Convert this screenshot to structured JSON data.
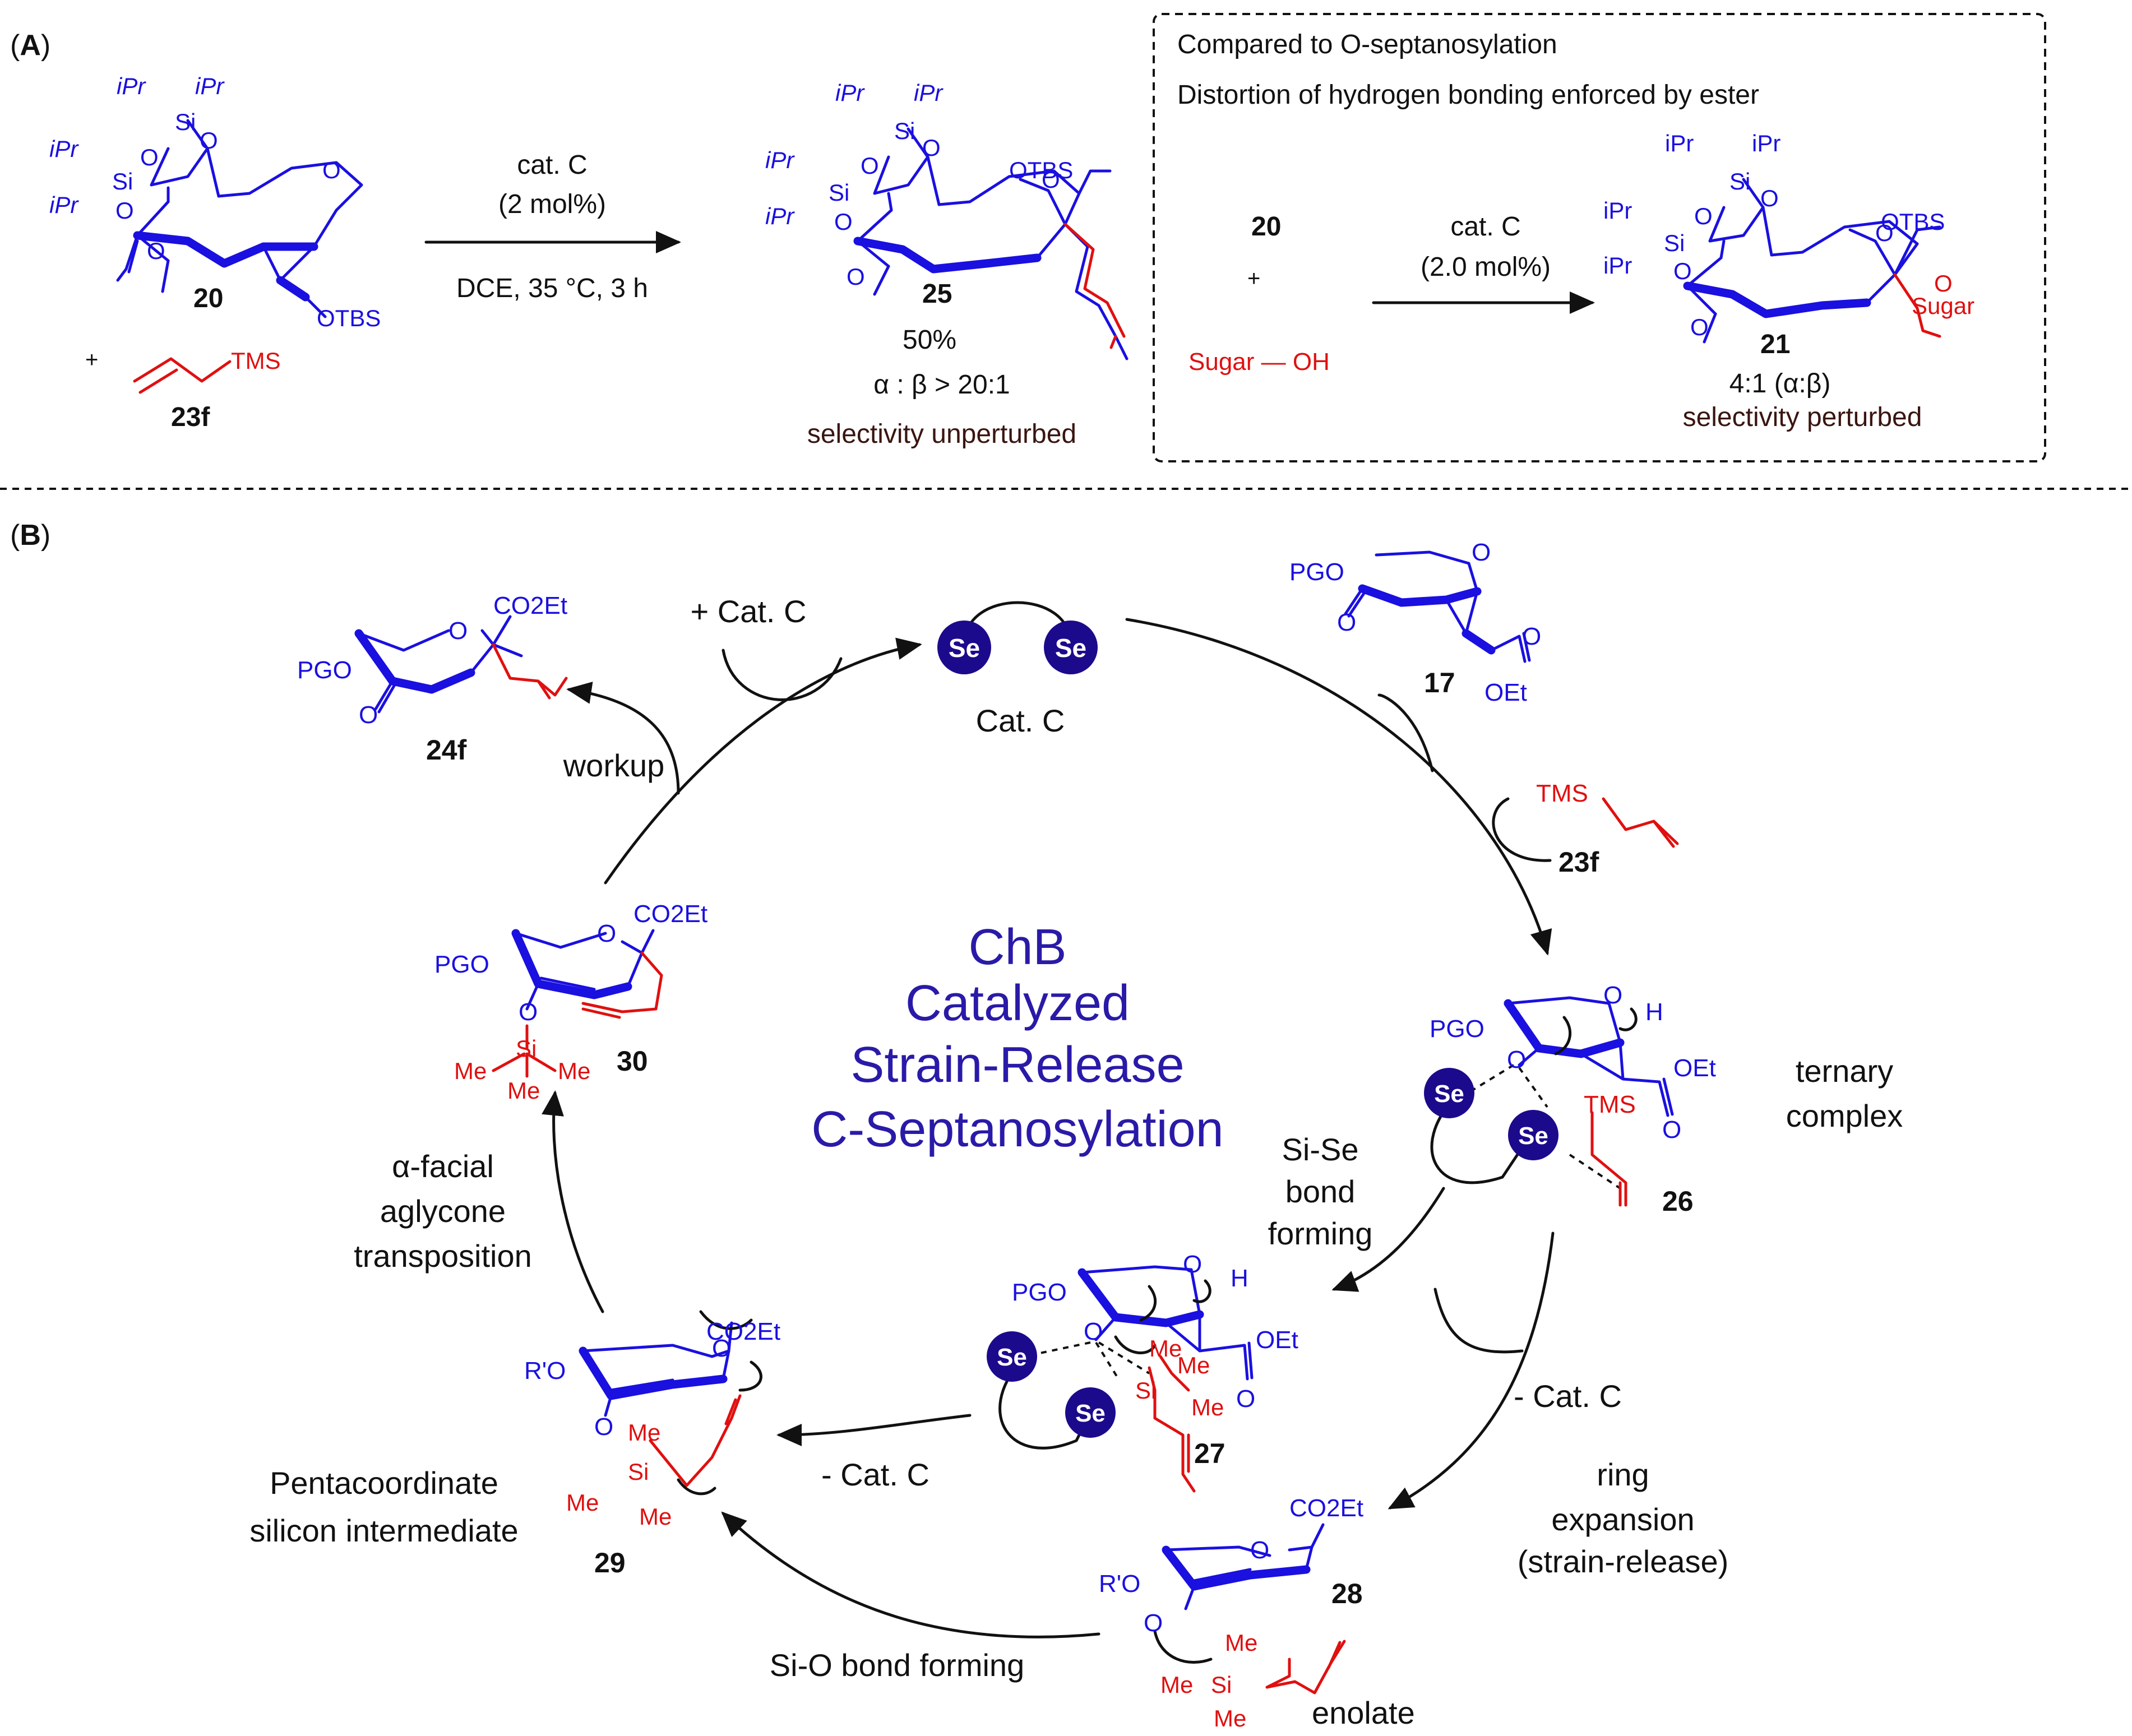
{
  "panel_a": {
    "label": "A",
    "reactant": {
      "id": "20",
      "otbs": "OTBS",
      "ipr": "iPr",
      "si": "Si",
      "o": "O"
    },
    "reagent": {
      "id": "23f",
      "tms": "TMS",
      "plus": "+"
    },
    "arrow": {
      "above1": "cat. C",
      "above2": "(2 mol%)",
      "below": "DCE, 35 °C, 3 h"
    },
    "product": {
      "id": "25",
      "otbs": "OTBS",
      "yield": "50%",
      "ratio": "α : β > 20:1",
      "note": "selectivity unperturbed"
    },
    "box": {
      "line1": "Compared to O-septanosylation",
      "line2": "Distortion of hydrogen bonding enforced by ester",
      "reactant": "20",
      "plus": "+",
      "sugar_oh": "Sugar — OH",
      "arrow_above1": "cat. C",
      "arrow_above2": "(2.0 mol%)",
      "product": "21",
      "sugar": "Sugar",
      "ratio": "4:1 (α:β)",
      "note": "selectivity perturbed"
    }
  },
  "panel_b": {
    "label": "B",
    "title": [
      "ChB",
      "Catalyzed",
      "Strain-Release",
      "C-Septanosylation"
    ],
    "catalyst": {
      "label": "Cat. C",
      "se": "Se"
    },
    "add_cat": "+ Cat. C",
    "workup": "workup",
    "compounds": {
      "c17": "17",
      "c23f": "23f",
      "c24f": "24f",
      "c26": "26",
      "c27": "27",
      "c28": "28",
      "c29": "29",
      "c30": "30"
    },
    "groups": {
      "pgo": "PGO",
      "co2et": "CO2Et",
      "oet": "OEt",
      "tms": "TMS",
      "me": "Me",
      "si": "Si",
      "ro": "R'O",
      "h": "H",
      "o": "O"
    },
    "steps": {
      "ternary": [
        "ternary",
        "complex"
      ],
      "sise": [
        "Si-Se",
        "bond",
        "forming"
      ],
      "minus_cat1": "- Cat. C",
      "minus_cat2": "- Cat. C",
      "ring": [
        "ring",
        "expansion",
        "(strain-release)"
      ],
      "sio": "Si-O bond forming",
      "enolate": "enolate",
      "penta": [
        "Pentacoordinate",
        "silicon intermediate"
      ],
      "alpha": [
        "α-facial",
        "aglycone",
        "transposition"
      ]
    }
  },
  "colors": {
    "blue": "#1a10e0",
    "red": "#e01010",
    "purple": "#2a1aa8",
    "catalyst": "#1c0a8c",
    "dark_brown": "#3a1510"
  }
}
